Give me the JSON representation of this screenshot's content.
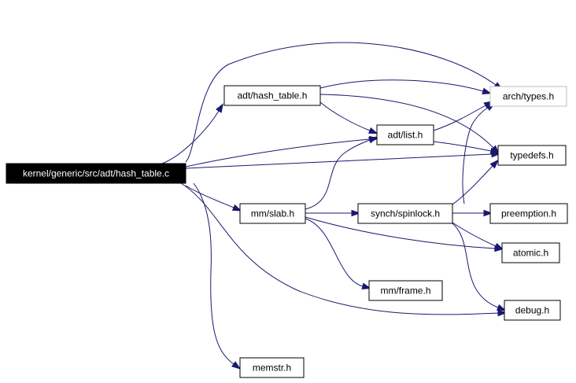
{
  "colors": {
    "edge": "#191970",
    "node_border": "#000000",
    "external_border": "#bfbfbf",
    "root_fill": "#000000",
    "root_text": "#ffffff",
    "node_fill": "#ffffff",
    "node_text": "#000000"
  },
  "nodes": [
    {
      "id": "root",
      "label": "kernel/generic/src/adt/hash_table.c",
      "kind": "root"
    },
    {
      "id": "hash_table_h",
      "label": "adt/hash_table.h",
      "kind": "normal"
    },
    {
      "id": "arch_types_h",
      "label": "arch/types.h",
      "kind": "external"
    },
    {
      "id": "list_h",
      "label": "adt/list.h",
      "kind": "normal"
    },
    {
      "id": "typedefs_h",
      "label": "typedefs.h",
      "kind": "normal"
    },
    {
      "id": "slab_h",
      "label": "mm/slab.h",
      "kind": "normal"
    },
    {
      "id": "spinlock_h",
      "label": "synch/spinlock.h",
      "kind": "normal"
    },
    {
      "id": "preemption_h",
      "label": "preemption.h",
      "kind": "normal"
    },
    {
      "id": "atomic_h",
      "label": "atomic.h",
      "kind": "normal"
    },
    {
      "id": "frame_h",
      "label": "mm/frame.h",
      "kind": "normal"
    },
    {
      "id": "debug_h",
      "label": "debug.h",
      "kind": "normal"
    },
    {
      "id": "memstr_h",
      "label": "memstr.h",
      "kind": "normal"
    }
  ],
  "edges": [
    {
      "from": "root",
      "to": "hash_table_h"
    },
    {
      "from": "root",
      "to": "arch_types_h"
    },
    {
      "from": "root",
      "to": "list_h"
    },
    {
      "from": "root",
      "to": "typedefs_h"
    },
    {
      "from": "root",
      "to": "slab_h"
    },
    {
      "from": "root",
      "to": "debug_h"
    },
    {
      "from": "root",
      "to": "memstr_h"
    },
    {
      "from": "hash_table_h",
      "to": "arch_types_h"
    },
    {
      "from": "hash_table_h",
      "to": "list_h"
    },
    {
      "from": "hash_table_h",
      "to": "typedefs_h"
    },
    {
      "from": "list_h",
      "to": "arch_types_h"
    },
    {
      "from": "list_h",
      "to": "typedefs_h"
    },
    {
      "from": "slab_h",
      "to": "list_h"
    },
    {
      "from": "slab_h",
      "to": "spinlock_h"
    },
    {
      "from": "slab_h",
      "to": "atomic_h"
    },
    {
      "from": "slab_h",
      "to": "frame_h"
    },
    {
      "from": "spinlock_h",
      "to": "arch_types_h"
    },
    {
      "from": "spinlock_h",
      "to": "typedefs_h"
    },
    {
      "from": "spinlock_h",
      "to": "preemption_h"
    },
    {
      "from": "spinlock_h",
      "to": "atomic_h"
    },
    {
      "from": "spinlock_h",
      "to": "debug_h"
    }
  ]
}
